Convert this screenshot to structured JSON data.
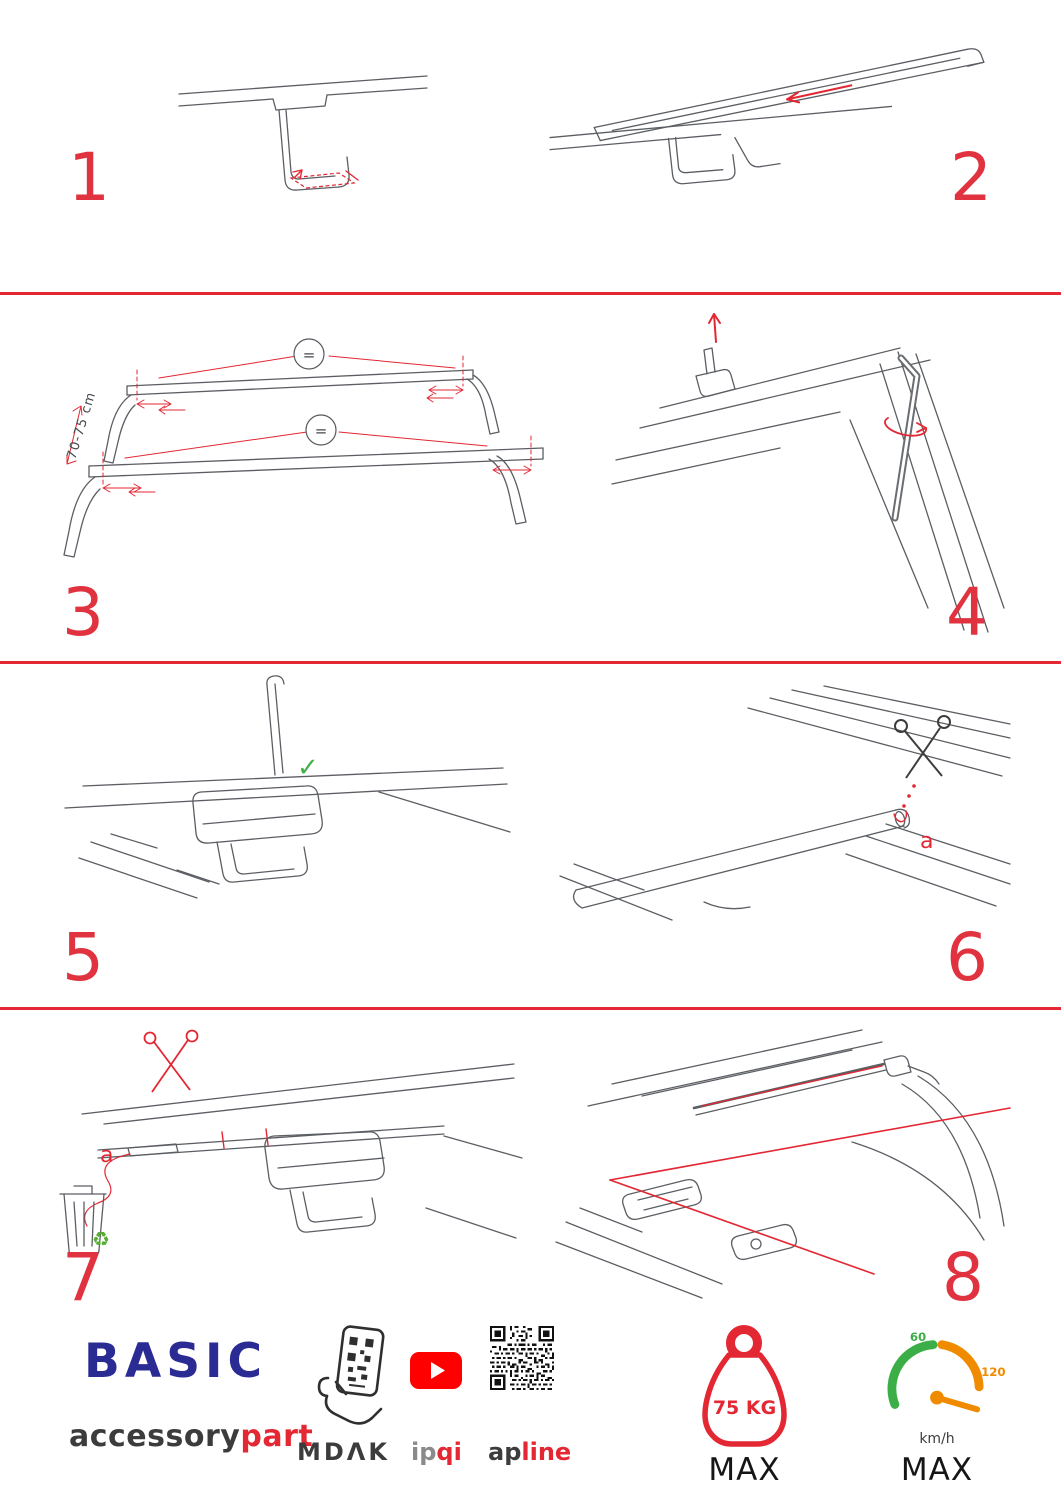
{
  "colors": {
    "accent_red": "#e32733",
    "brand_blue": "#2b2b94",
    "green": "#43b049",
    "orange": "#f08b00",
    "youtube_red": "#fe0000"
  },
  "steps": [
    "1",
    "2",
    "3",
    "4",
    "5",
    "6",
    "7",
    "8"
  ],
  "panel3": {
    "equals_top": "=",
    "equals_bottom": "=",
    "measure_label": "70-75 cm"
  },
  "panel5": {
    "check_mark": "✓"
  },
  "panel6": {
    "label_a": "a"
  },
  "panel7": {
    "label_a": "a",
    "recycle_symbol": "♻"
  },
  "footer": {
    "brand": "BASIC",
    "brand_line_black": "accessory",
    "brand_line_red": "part",
    "partner_mdak": "MDΛK",
    "partner_ipqi_gray": "ip",
    "partner_ipqi_red": "qi",
    "partner_apline_black": "ap",
    "partner_apline_red": "line",
    "weight_value": "75 KG",
    "weight_max_label": "MAX",
    "speed_min": "60",
    "speed_max_value": "120",
    "speed_unit": "km/h",
    "speed_max_label": "MAX"
  }
}
